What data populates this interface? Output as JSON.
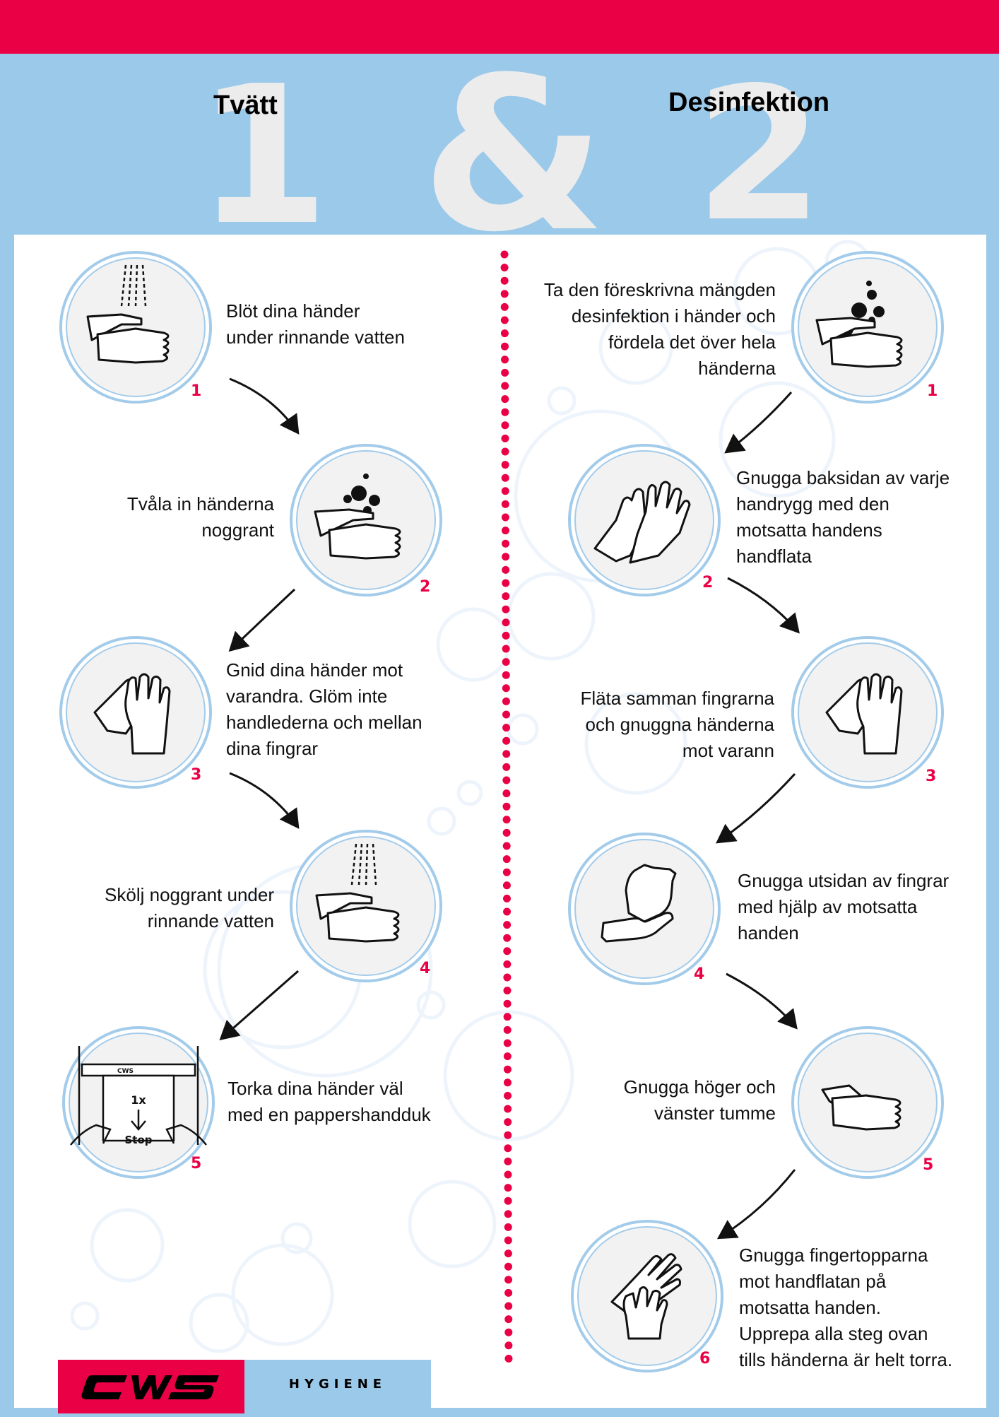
{
  "header": {
    "num1": "1",
    "ampersand": "&",
    "num2": "2",
    "title_left": "Tvätt",
    "title_right": "Desinfektion"
  },
  "wash_steps": [
    {
      "number": "1",
      "text": "Blöt dina händer\nunder rinnande vatten",
      "icon": "hands-under-water-icon"
    },
    {
      "number": "2",
      "text": "Tvåla in händerna\nnoggrant",
      "icon": "hands-with-soap-icon"
    },
    {
      "number": "3",
      "text": "Gnid dina händer mot\nvarandra. Glöm inte\nhandlederna och mellan\ndina fingrar",
      "icon": "hands-rubbing-icon"
    },
    {
      "number": "4",
      "text": "Skölj noggrant under\nrinnande vatten",
      "icon": "hands-rinse-icon"
    },
    {
      "number": "5",
      "text": "Torka dina händer väl\nmed en pappershandduk",
      "icon": "towel-dispenser-icon",
      "dispenser_count": "1x",
      "dispenser_stop": "Stop",
      "dispenser_brand": "CWS"
    }
  ],
  "disinfect_steps": [
    {
      "number": "1",
      "text": "Ta den föreskrivna mängden\ndesinfektion i händer och\nfördela det över hela\nhänderna",
      "icon": "hands-with-disinfectant-icon"
    },
    {
      "number": "2",
      "text": "Gnugga baksidan av varje\nhandrygg med den\nmotsatta handens\nhandflata",
      "icon": "hands-back-rub-icon"
    },
    {
      "number": "3",
      "text": "Fläta samman fingrarna\noch gnuggna händerna\nmot varann",
      "icon": "hands-interlace-icon"
    },
    {
      "number": "4",
      "text": "Gnugga utsidan av fingrar\nmed hjälp av motsatta\nhanden",
      "icon": "fingers-outside-rub-icon"
    },
    {
      "number": "5",
      "text": "Gnugga höger och\nvänster tumme",
      "icon": "thumb-rub-icon"
    },
    {
      "number": "6",
      "text": "Gnugga fingertopparna\nmot handflatan på\nmotsatta handen.\nUpprepa alla steg ovan\ntills händerna är helt torra.",
      "icon": "fingertips-rub-icon"
    }
  ],
  "footer": {
    "logo": "CWS",
    "label": "HYGIENE"
  },
  "colors": {
    "brand_red": "#ea0045",
    "sky_blue": "#9bc9e9",
    "number_grey": "#ececec",
    "icon_ring": "#a3cbea"
  }
}
